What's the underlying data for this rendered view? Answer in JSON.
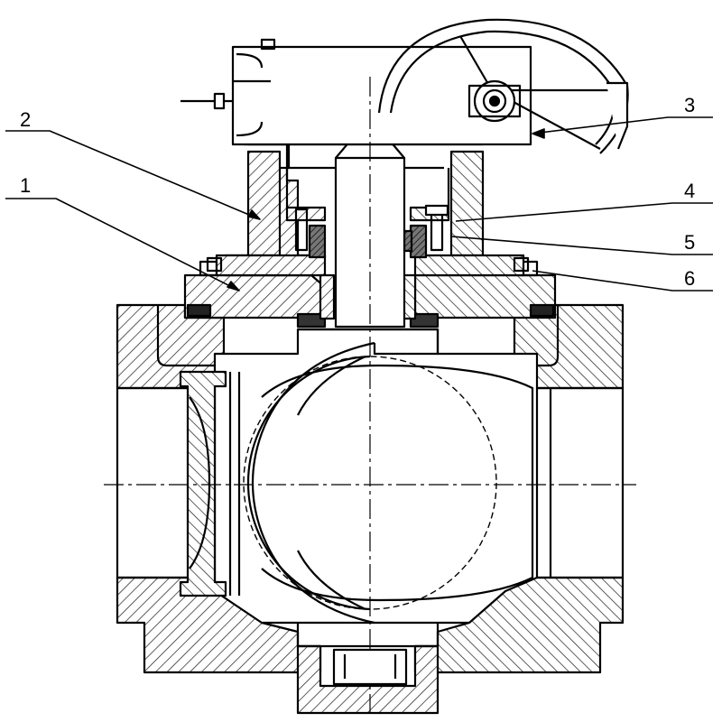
{
  "callouts": [
    "1",
    "2",
    "3",
    "4",
    "5",
    "6"
  ],
  "colors": {
    "line": "#000000",
    "hatch": "#1a1a1a",
    "background": "#ffffff",
    "packing": "#555555"
  }
}
